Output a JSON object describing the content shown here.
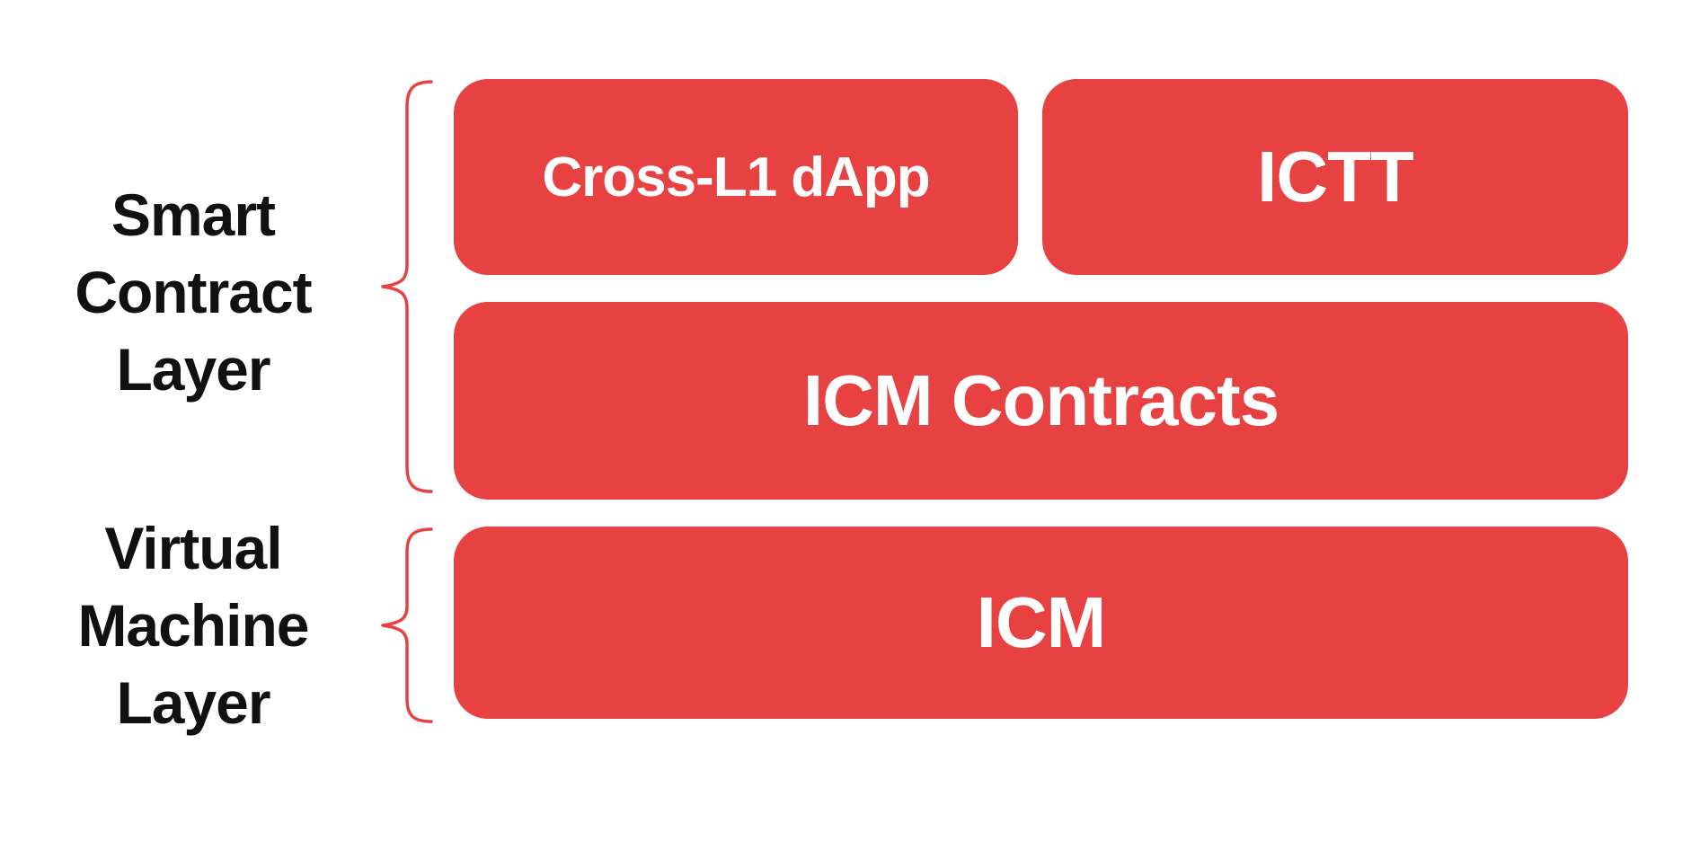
{
  "colors": {
    "red": "#E84142",
    "label_black": "#111111",
    "box_text_white": "#ffffff",
    "background": "#ffffff"
  },
  "layers": [
    {
      "name": "smart-contract-layer",
      "label": "Smart Contract Layer",
      "label_lines": [
        "Smart",
        "Contract",
        "Layer"
      ],
      "boxes": [
        {
          "id": "cross-l1-dapp",
          "label": "Cross-L1 dApp"
        },
        {
          "id": "ictt",
          "label": "ICTT"
        },
        {
          "id": "icm-contracts",
          "label": "ICM Contracts"
        }
      ]
    },
    {
      "name": "virtual-machine-layer",
      "label": "Virtual Machine Layer",
      "label_lines": [
        "Virtual",
        "Machine",
        "Layer"
      ],
      "boxes": [
        {
          "id": "icm",
          "label": "ICM"
        }
      ]
    }
  ]
}
